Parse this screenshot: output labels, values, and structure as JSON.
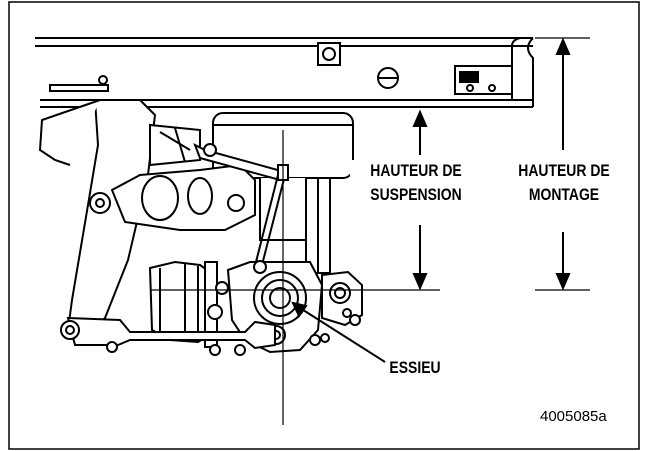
{
  "labels": {
    "suspension_height_line1": "HAUTEUR DE",
    "suspension_height_line2": "SUSPENSION",
    "mounting_height_line1": "HAUTEUR DE",
    "mounting_height_line2": "MONTAGE",
    "axle": "ESSIEU"
  },
  "figure_number": "4005085a"
}
